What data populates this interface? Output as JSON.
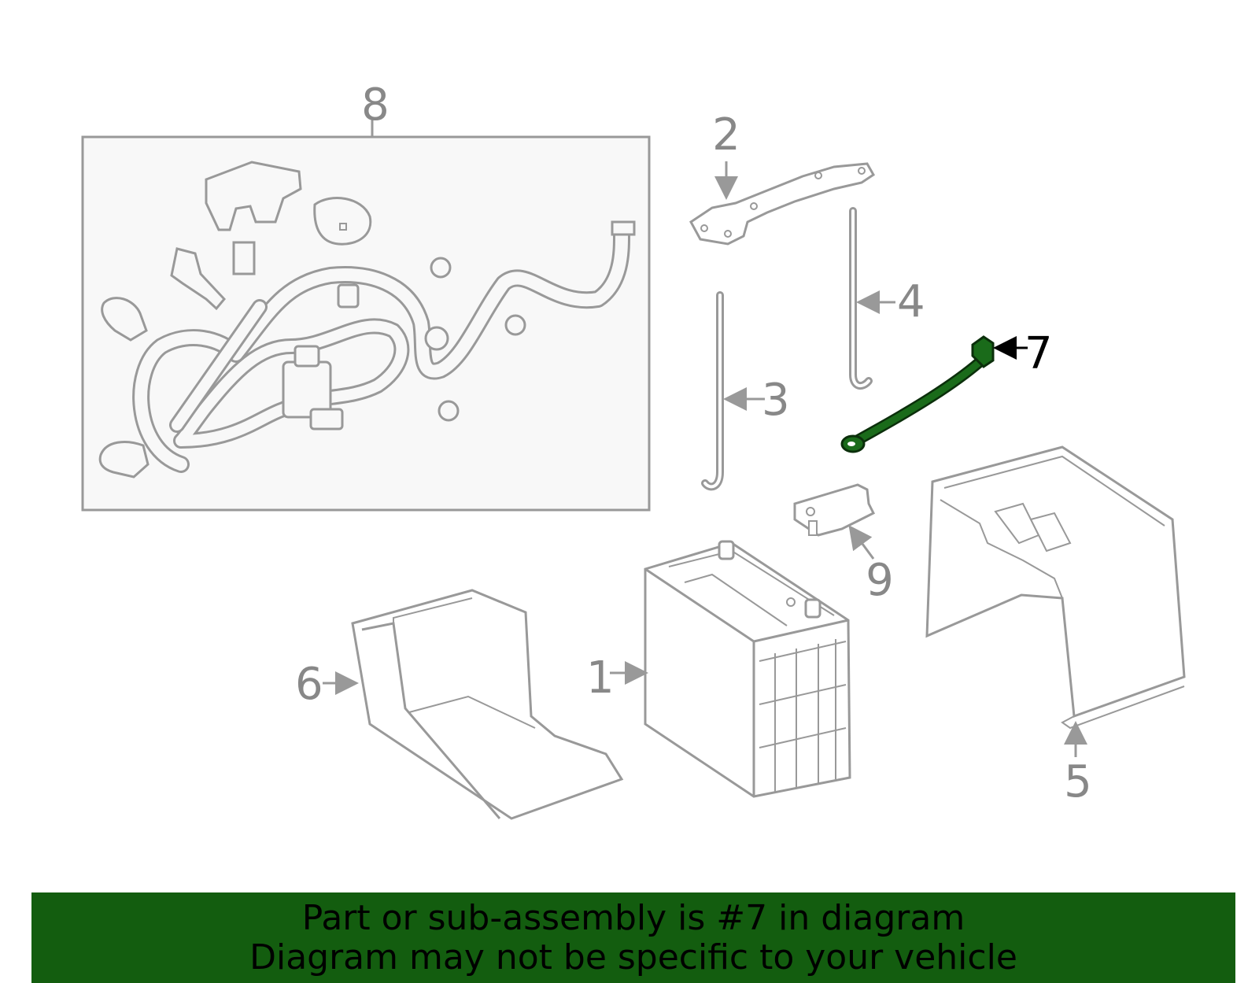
{
  "colors": {
    "line": "#999999",
    "highlight_fill": "#1a6b1a",
    "highlight_stroke": "#0b2f0b",
    "callout_text": "#888888",
    "callout_active": "#000000",
    "banner_bg": "#135d0f",
    "panel_bg": "#f8f8f8"
  },
  "highlighted_part": "7",
  "callouts": [
    {
      "id": "1",
      "label": "1"
    },
    {
      "id": "2",
      "label": "2"
    },
    {
      "id": "3",
      "label": "3"
    },
    {
      "id": "4",
      "label": "4"
    },
    {
      "id": "5",
      "label": "5"
    },
    {
      "id": "6",
      "label": "6"
    },
    {
      "id": "7",
      "label": "7"
    },
    {
      "id": "8",
      "label": "8"
    },
    {
      "id": "9",
      "label": "9"
    }
  ],
  "banner": {
    "line1": "Part or sub-assembly is #7 in diagram",
    "line2": "Diagram may not be specific to your vehicle"
  }
}
